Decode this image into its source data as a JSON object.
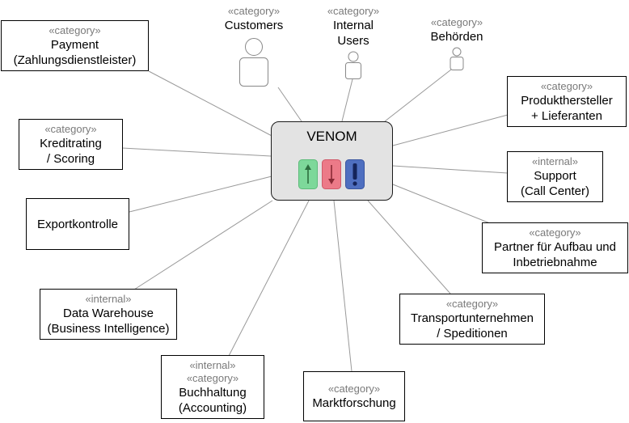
{
  "center": {
    "title": "VENOM",
    "icons": [
      "up-arrow-icon",
      "down-arrow-icon",
      "exclamation-icon"
    ]
  },
  "actors": [
    {
      "id": "customers",
      "stereotype": "«category»",
      "lines": [
        "Customers"
      ]
    },
    {
      "id": "internal-users",
      "stereotype": "«category»",
      "lines": [
        "Internal",
        "Users"
      ]
    },
    {
      "id": "behoerden",
      "stereotype": "«category»",
      "lines": [
        "Behörden"
      ]
    }
  ],
  "nodes": [
    {
      "id": "payment",
      "stereotypes": [
        "«category»"
      ],
      "lines": [
        "Payment",
        "(Zahlungsdienstleister)"
      ]
    },
    {
      "id": "kreditrating",
      "stereotypes": [
        "«category»"
      ],
      "lines": [
        "Kreditrating",
        "/ Scoring"
      ]
    },
    {
      "id": "exportkontrolle",
      "stereotypes": [],
      "lines": [
        "Exportkontrolle"
      ]
    },
    {
      "id": "data-warehouse",
      "stereotypes": [
        "«internal»"
      ],
      "lines": [
        "Data Warehouse",
        "(Business Intelligence)"
      ]
    },
    {
      "id": "buchhaltung",
      "stereotypes": [
        "«internal»",
        "«category»"
      ],
      "lines": [
        "Buchhaltung",
        "(Accounting)"
      ]
    },
    {
      "id": "marktforschung",
      "stereotypes": [
        "«category»"
      ],
      "lines": [
        "Marktforschung"
      ]
    },
    {
      "id": "transport",
      "stereotypes": [
        "«category»"
      ],
      "lines": [
        "Transportunternehmen",
        "/ Speditionen"
      ]
    },
    {
      "id": "partner",
      "stereotypes": [
        "«category»"
      ],
      "lines": [
        "Partner für Aufbau und",
        "Inbetriebnahme"
      ]
    },
    {
      "id": "support",
      "stereotypes": [
        "«internal»"
      ],
      "lines": [
        "Support",
        "(Call Center)"
      ]
    },
    {
      "id": "produkthersteller",
      "stereotypes": [
        "«category»"
      ],
      "lines": [
        "Produkthersteller",
        "+ Lieferanten"
      ]
    }
  ],
  "colors": {
    "line": "#999999",
    "up_icon": "#7dd89a",
    "down_icon": "#ec7a88",
    "alert_icon": "#4f6fc0",
    "center_fill": "#e3e3e3"
  }
}
